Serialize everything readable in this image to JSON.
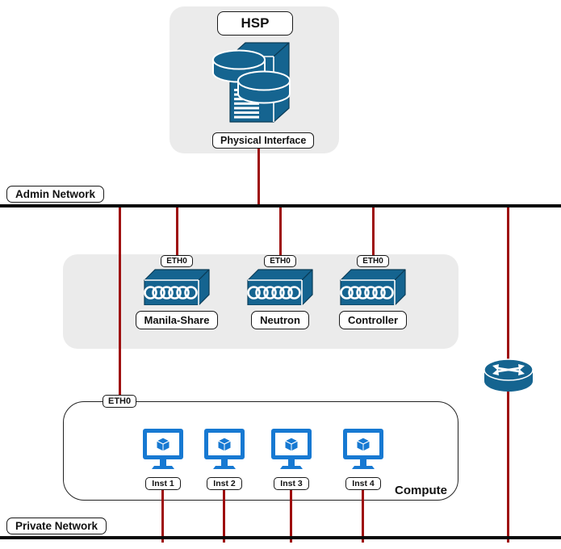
{
  "colors": {
    "node_blue": "#156490",
    "monitor_blue": "#1779d2",
    "link_red": "#9e0e0e",
    "network_line_black": "#0a0a0a",
    "panel_gray": "#ebebeb"
  },
  "hsp": {
    "title": "HSP",
    "icon": "storage-server-icon",
    "interface_label": "Physical Interface"
  },
  "admin_network": {
    "label": "Admin Network"
  },
  "services": {
    "nodes": [
      {
        "port": "ETH0",
        "name": "Manila-Share",
        "icon": "switch-icon"
      },
      {
        "port": "ETH0",
        "name": "Neutron",
        "icon": "switch-icon"
      },
      {
        "port": "ETH0",
        "name": "Controller",
        "icon": "switch-icon"
      }
    ]
  },
  "router": {
    "icon": "router-icon"
  },
  "compute": {
    "port": "ETH0",
    "label": "Compute",
    "instances": [
      {
        "name": "Inst 1",
        "icon": "instance-monitor-icon"
      },
      {
        "name": "Inst 2",
        "icon": "instance-monitor-icon"
      },
      {
        "name": "Inst 3",
        "icon": "instance-monitor-icon"
      },
      {
        "name": "Inst 4",
        "icon": "instance-monitor-icon"
      }
    ]
  },
  "private_network": {
    "label": "Private Network"
  }
}
